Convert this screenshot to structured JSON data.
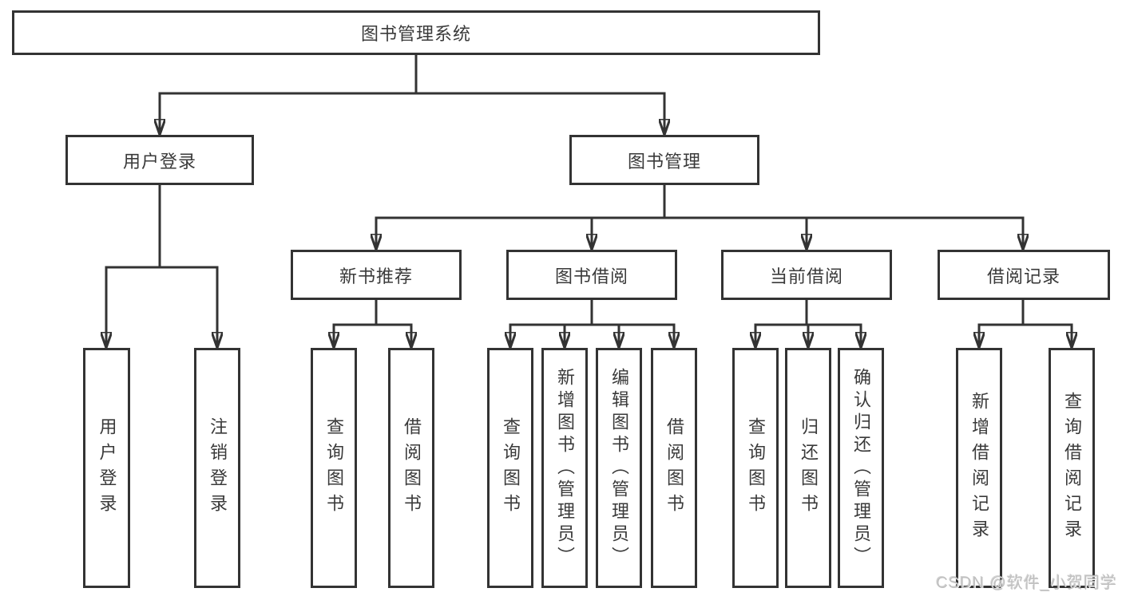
{
  "colors": {
    "line": "#333333",
    "box_border": "#333333",
    "text": "#3a3a3a",
    "watermark": "#c0c0c0"
  },
  "tree": {
    "root": {
      "label": "图书管理系统"
    },
    "branches": [
      {
        "label": "用户登录",
        "children": [
          {
            "label": "用户登录"
          },
          {
            "label": "注销登录"
          }
        ]
      },
      {
        "label": "图书管理",
        "children": [
          {
            "label": "新书推荐",
            "children": [
              {
                "label": "查询图书"
              },
              {
                "label": "借阅图书"
              }
            ]
          },
          {
            "label": "图书借阅",
            "children": [
              {
                "label": "查询图书"
              },
              {
                "label": "新增图书（管理员）"
              },
              {
                "label": "编辑图书（管理员）"
              },
              {
                "label": "借阅图书"
              }
            ]
          },
          {
            "label": "当前借阅",
            "children": [
              {
                "label": "查询图书"
              },
              {
                "label": "归还图书"
              },
              {
                "label": "确认归还（管理员）"
              }
            ]
          },
          {
            "label": "借阅记录",
            "children": [
              {
                "label": "新增借阅记录"
              },
              {
                "label": "查询借阅记录"
              }
            ]
          }
        ]
      }
    ]
  },
  "watermark": {
    "text": "CSDN @软件_小贺同学"
  }
}
